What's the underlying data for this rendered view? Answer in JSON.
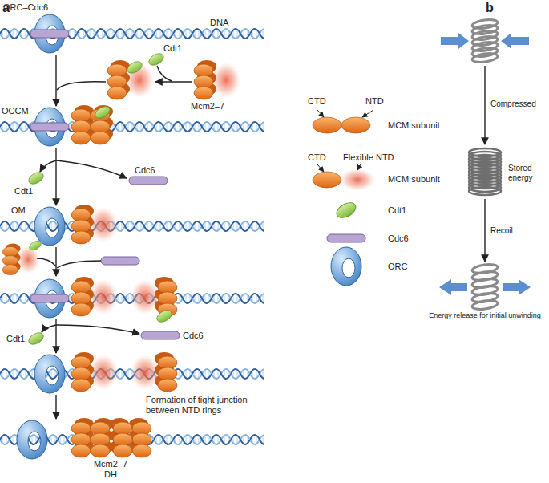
{
  "diagram": {
    "labels": [
      "a",
      "ORC–Cdc6",
      "DNA",
      "Cdt1",
      "Mcm2–7",
      "OCCM",
      "Cdt1",
      "Cdc6",
      "OM",
      "Cdt1",
      "Cdc6",
      "Formation of tight junction between NTD rings",
      "Mcm2–7 DH",
      "CTD",
      "NTD",
      "CTD",
      "Flexible NTD",
      "b",
      "Compressed",
      "Stored energy",
      "Recoil",
      "Energy release for initial unwinding"
    ],
    "legend": [
      {
        "text": "MCM subunit"
      },
      {
        "text": "MCM subunit"
      },
      {
        "text": "Cdt1"
      },
      {
        "text": "Cdc6"
      },
      {
        "text": "ORC"
      }
    ]
  }
}
